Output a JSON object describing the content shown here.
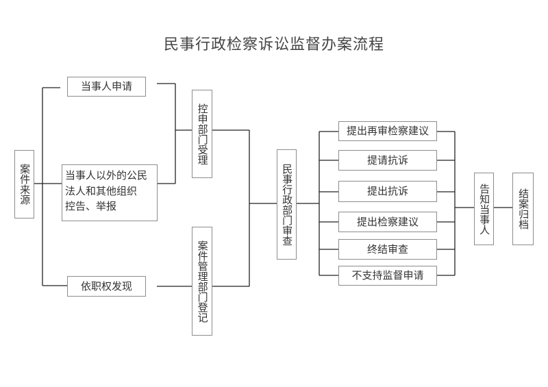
{
  "title": "民事行政检察诉讼监督办案流程",
  "source": {
    "label": "案件来源"
  },
  "sources": [
    {
      "label": "当事人申请"
    },
    {
      "label": "当事人以外的公民\n法人和其他组织\n控告、举报"
    },
    {
      "label": "依职权发现"
    }
  ],
  "intake": [
    {
      "label": "控申部门受理"
    },
    {
      "label": "案件管理部门登记"
    }
  ],
  "review": {
    "label": "民事行政部门审查"
  },
  "outcomes": [
    {
      "label": "提出再审检察建议"
    },
    {
      "label": "提请抗诉"
    },
    {
      "label": "提出抗诉"
    },
    {
      "label": "提出检察建议"
    },
    {
      "label": "终结审查"
    },
    {
      "label": "不支持监督申请"
    }
  ],
  "notify": {
    "label": "告知当事人"
  },
  "archive": {
    "label": "结案归档"
  }
}
